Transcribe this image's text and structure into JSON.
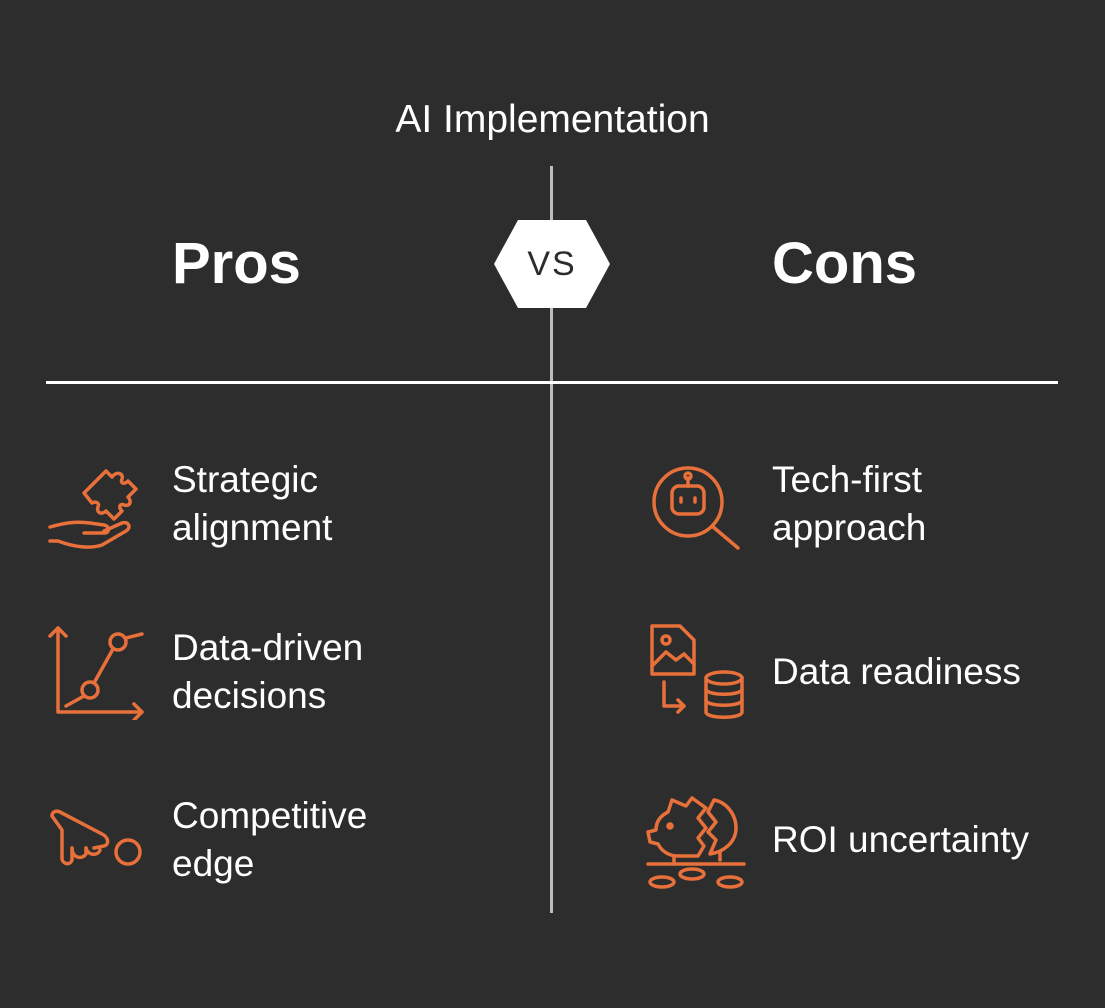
{
  "title": "AI Implementation",
  "vs_label": "VS",
  "accent_color": "#e8703a",
  "background_color": "#2d2d2d",
  "pros": {
    "heading": "Pros",
    "items": [
      {
        "line1": "Strategic",
        "line2": "alignment",
        "icon": "hand-puzzle-icon"
      },
      {
        "line1": "Data-driven",
        "line2": "decisions",
        "icon": "line-chart-icon"
      },
      {
        "line1": "Competitive",
        "line2": "edge",
        "icon": "pointing-hand-icon"
      }
    ]
  },
  "cons": {
    "heading": "Cons",
    "items": [
      {
        "line1": "Tech-first",
        "line2": "approach",
        "icon": "robot-search-icon"
      },
      {
        "line1": "Data readiness",
        "line2": "",
        "icon": "image-database-icon"
      },
      {
        "line1": "ROI uncertainty",
        "line2": "",
        "icon": "broken-piggy-bank-icon"
      }
    ]
  }
}
